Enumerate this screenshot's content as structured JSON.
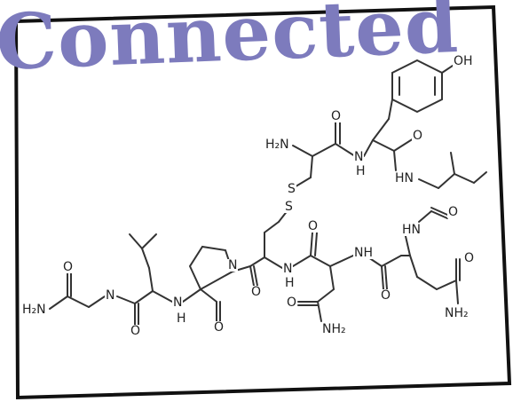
{
  "title": "Connected",
  "labels": {
    "oh": "OH",
    "h2n_top": "H₂N",
    "n_top": "N",
    "h_top": "H",
    "hn_right": "HN",
    "s1": "S",
    "s2": "S",
    "hn_mid": "HN",
    "h2n_left": "H₂N",
    "n_left": "N",
    "h_left": "H",
    "n_pro": "N",
    "n_mid": "N",
    "h_mid": "H",
    "nh_center": "NH",
    "nh2_bottom": "NH₂",
    "nh2_right": "NH₂",
    "o1": "O",
    "o2": "O",
    "o3": "O",
    "o4": "O",
    "o5": "O",
    "o6": "O",
    "o7": "O",
    "o8": "O",
    "o9": "O",
    "o10": "O"
  },
  "colors": {
    "title": "#7d7bbd",
    "frame": "#111111",
    "bonds": "#333333"
  }
}
